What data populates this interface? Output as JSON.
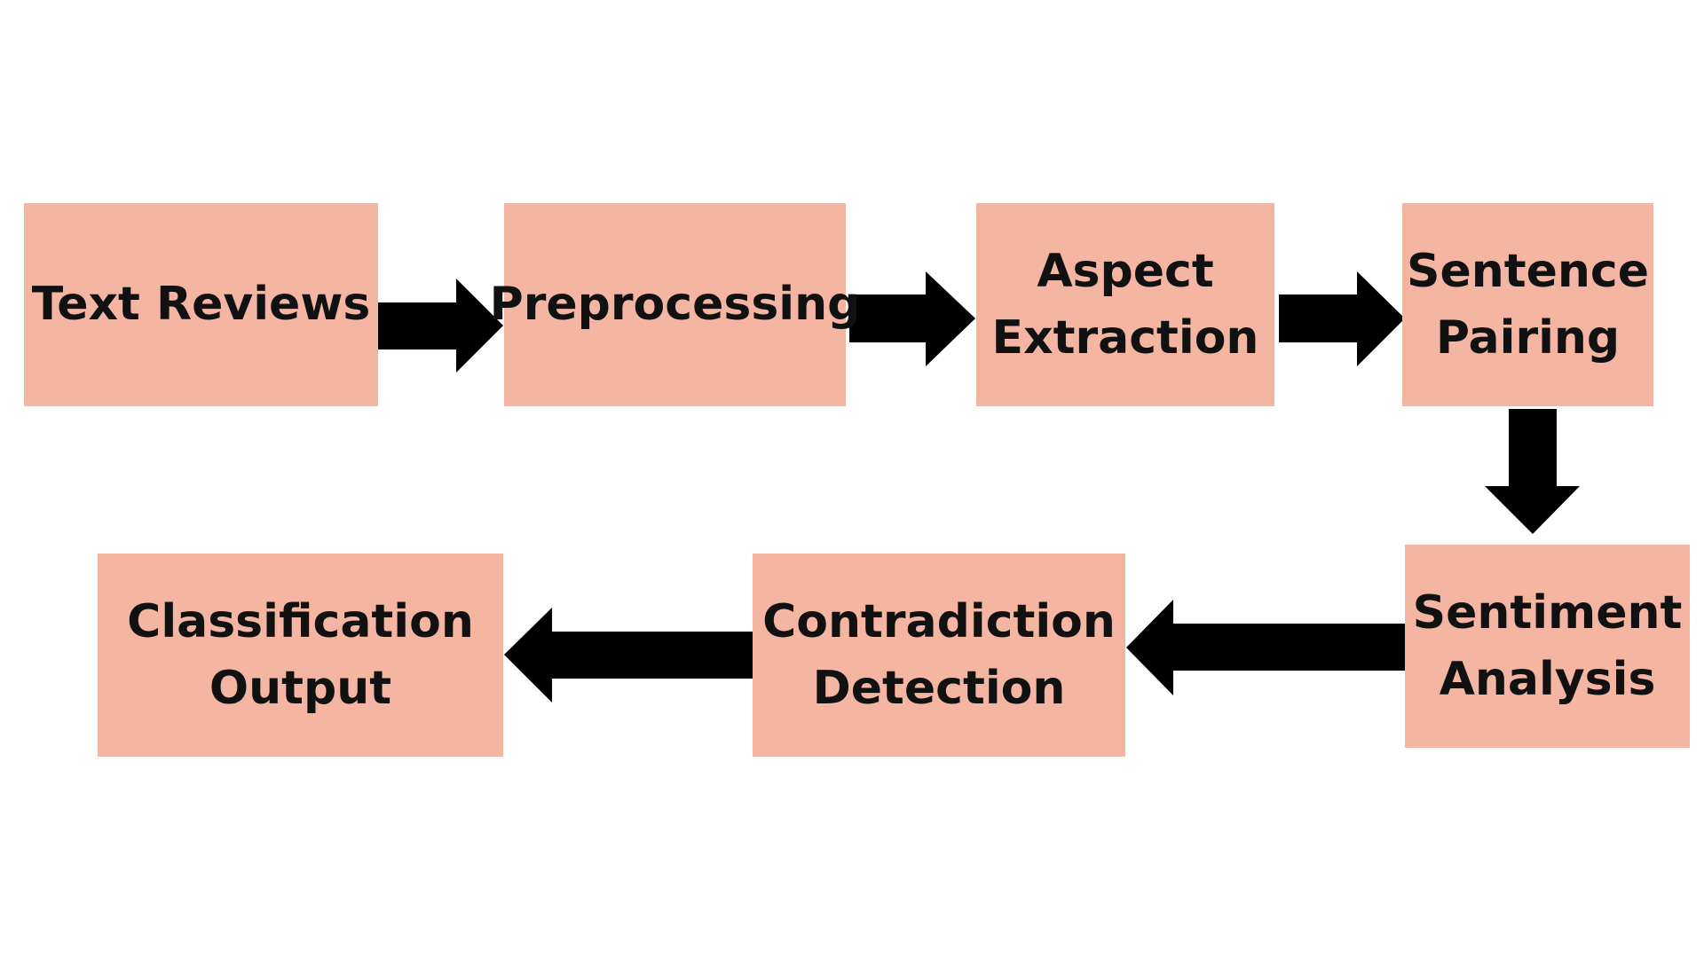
{
  "colors": {
    "box_fill": "#f4b6a3",
    "arrow": "#000000",
    "text": "#111111",
    "background": "#ffffff"
  },
  "nodes": [
    {
      "id": "text-reviews",
      "lines": [
        "Text Reviews"
      ]
    },
    {
      "id": "preprocessing",
      "lines": [
        "Preprocessing"
      ]
    },
    {
      "id": "aspect-extraction",
      "lines": [
        "Aspect",
        "Extraction"
      ]
    },
    {
      "id": "sentence-pairing",
      "lines": [
        "Sentence",
        "Pairing"
      ]
    },
    {
      "id": "sentiment-analysis",
      "lines": [
        "Sentiment",
        "Analysis"
      ]
    },
    {
      "id": "contradiction-detection",
      "lines": [
        "Contradiction",
        "Detection"
      ]
    },
    {
      "id": "classification-output",
      "lines": [
        "Classification",
        "Output"
      ]
    }
  ],
  "edges": [
    {
      "from": "text-reviews",
      "to": "preprocessing",
      "direction": "right"
    },
    {
      "from": "preprocessing",
      "to": "aspect-extraction",
      "direction": "right"
    },
    {
      "from": "aspect-extraction",
      "to": "sentence-pairing",
      "direction": "right"
    },
    {
      "from": "sentence-pairing",
      "to": "sentiment-analysis",
      "direction": "down"
    },
    {
      "from": "sentiment-analysis",
      "to": "contradiction-detection",
      "direction": "left"
    },
    {
      "from": "contradiction-detection",
      "to": "classification-output",
      "direction": "left"
    }
  ]
}
